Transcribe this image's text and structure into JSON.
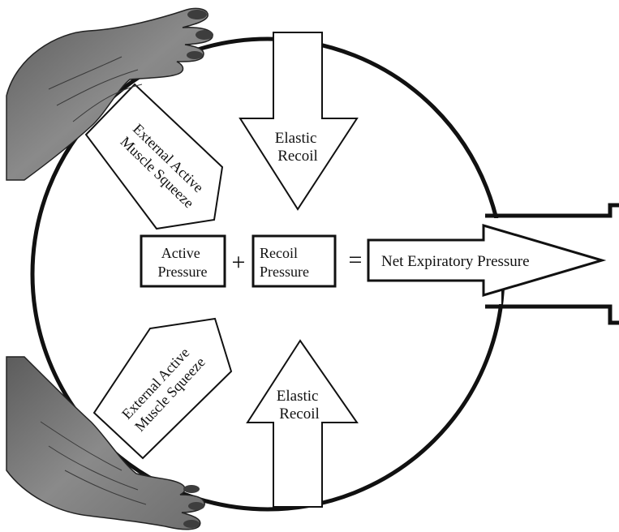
{
  "labels": {
    "elastic_recoil_top": [
      "Elastic",
      "Recoil"
    ],
    "elastic_recoil_bottom": [
      "Elastic",
      "Recoil"
    ],
    "squeeze_top": [
      "External Active",
      "Muscle Squeeze"
    ],
    "squeeze_bottom": [
      "External Active",
      "Muscle Squeeze"
    ],
    "active_pressure": [
      "Active",
      "Pressure"
    ],
    "recoil_pressure": [
      "Recoil",
      "Pressure"
    ],
    "plus": "+",
    "equals": "=",
    "net_pressure": "Net Expiratory Pressure"
  },
  "colors": {
    "stroke": "#111111",
    "hand_fill": "#7d7d7d",
    "hand_shadow": "#4a4a4a",
    "background": "#ffffff"
  }
}
